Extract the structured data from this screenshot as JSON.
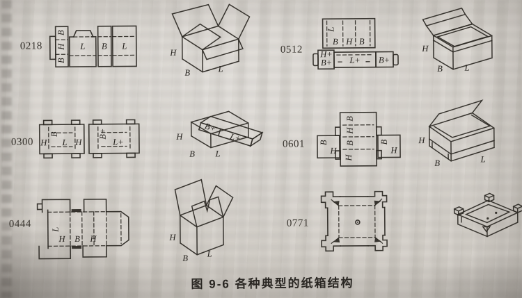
{
  "page": {
    "caption": "图 9-6  各种典型的纸箱结构"
  },
  "figures": {
    "f0218": {
      "code": "0218",
      "pattern": {
        "strip": [
          "B",
          "H",
          "B"
        ],
        "panels": [
          "L",
          "B",
          "L"
        ]
      },
      "box": {
        "h": "H",
        "b": "B",
        "l": "L"
      }
    },
    "f0512": {
      "code": "0512",
      "pattern": {
        "side": "L",
        "row": [
          "B",
          "H",
          "B"
        ],
        "strip": [
          "H+",
          "B+",
          "L+",
          "B+"
        ]
      },
      "box": {
        "h": "H",
        "b": "B",
        "l": "L"
      }
    },
    "f0300": {
      "code": "0300",
      "pattern_left": {
        "left": "H",
        "top": "B",
        "center": "L",
        "right": "H"
      },
      "pattern_right": {
        "top": "B+",
        "center": "L+"
      },
      "box": {
        "h": "H",
        "b": "B",
        "l": "L",
        "lid_b": "B+",
        "lid_l": "L+"
      }
    },
    "f0601": {
      "code": "0601",
      "pattern": {
        "strip": [
          "B",
          "H",
          "B",
          "H"
        ],
        "left_panel": [
          "B",
          "H"
        ],
        "right_panel": [
          "B",
          "H"
        ]
      },
      "box": {
        "h": "H",
        "b": "B",
        "l": "L"
      }
    },
    "f0444": {
      "code": "0444",
      "pattern": {
        "side": "L",
        "row": [
          "H",
          "B",
          "H"
        ]
      },
      "box": {
        "h": "H",
        "b": "B",
        "l": "L"
      }
    },
    "f0771": {
      "code": "0771"
    }
  }
}
